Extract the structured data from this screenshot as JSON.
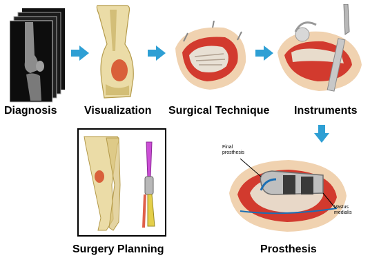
{
  "diagram": {
    "steps": [
      {
        "label": "Diagnosis"
      },
      {
        "label": "Visualization"
      },
      {
        "label": "Surgical Technique"
      },
      {
        "label": "Instruments"
      },
      {
        "label": "Surgery Planning"
      },
      {
        "label": "Prosthesis"
      }
    ],
    "callouts": {
      "final_prosthesis_line1": "Final",
      "final_prosthesis_line2": "prosthesis",
      "vastus_medialis_line1": "Vastus",
      "vastus_medialis_line2": "medialis"
    },
    "colors": {
      "arrow": "#2e9fd4",
      "bone": "#e4d08a",
      "tumor": "#d9603a",
      "tissue": "#d23a2e",
      "implant": "#b8b8b8",
      "planning_bone": "#cc4fd6"
    }
  }
}
